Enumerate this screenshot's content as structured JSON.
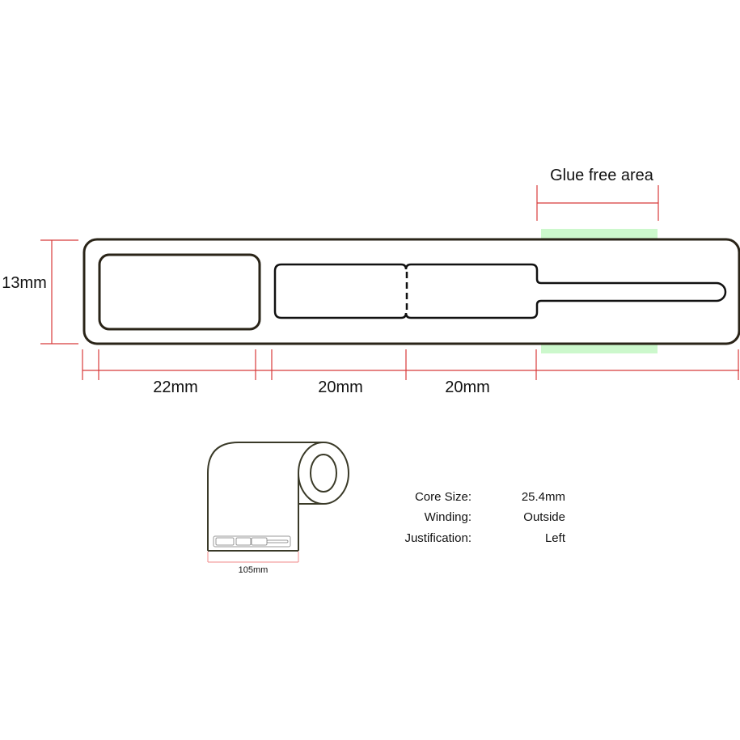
{
  "diagram": {
    "glue_label": "Glue free area",
    "height_label": "13mm",
    "width_labels": [
      "22mm",
      "20mm",
      "20mm"
    ],
    "roll_width_label": "105mm",
    "colors": {
      "outline": "#2a2418",
      "dimension": "#d83a3a",
      "glue": "#ccf8cc"
    }
  },
  "specs": [
    {
      "label": "Core Size:",
      "value": "25.4mm"
    },
    {
      "label": "Winding:",
      "value": "Outside"
    },
    {
      "label": "Justification:",
      "value": "Left"
    }
  ]
}
